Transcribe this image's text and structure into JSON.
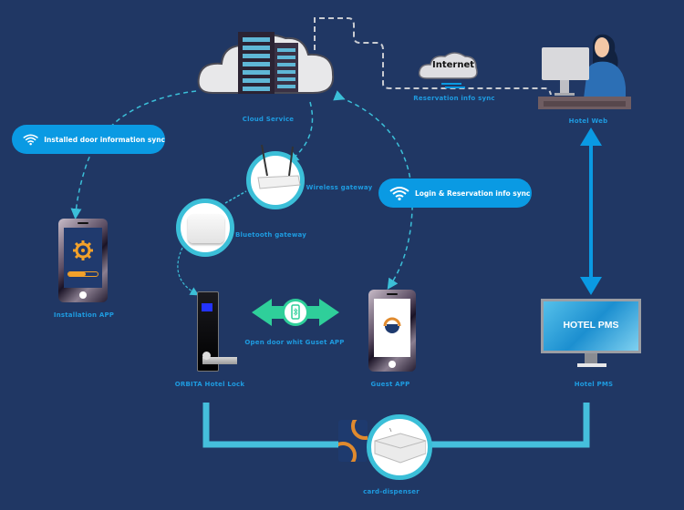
{
  "diagram": {
    "title": "ORBITA Hotel Lock System Architecture",
    "background": "#203764",
    "accent": "#0a9ae3",
    "nodes": {
      "cloud_service": {
        "label": "Cloud Service"
      },
      "internet": {
        "label": "Internet"
      },
      "hotel_web": {
        "label": "Hotel Web"
      },
      "wireless_gateway": {
        "label": "Wireless gateway"
      },
      "bluetooth_gateway": {
        "label": "Bluetooth gateway"
      },
      "installation_app": {
        "label": "Installation APP"
      },
      "hotel_lock": {
        "label": "ORBITA Hotel Lock"
      },
      "guest_app": {
        "label": "Guest APP"
      },
      "hotel_pms": {
        "label": "Hotel PMS",
        "screen_text": "HOTEL PMS"
      },
      "card_dispenser": {
        "label": "card-dispenser"
      }
    },
    "edge_labels": {
      "reservation_sync": "Reservation info sync",
      "open_door": "Open door whit Guset APP"
    },
    "pills": {
      "installed_door_sync": "Installed door information sync",
      "login_reservation_sync": "Login & Reservation info sync"
    },
    "icons": [
      "wifi-icon",
      "gear-icon",
      "bluetooth-phone-icon",
      "server-rack-icon",
      "router-icon"
    ]
  }
}
